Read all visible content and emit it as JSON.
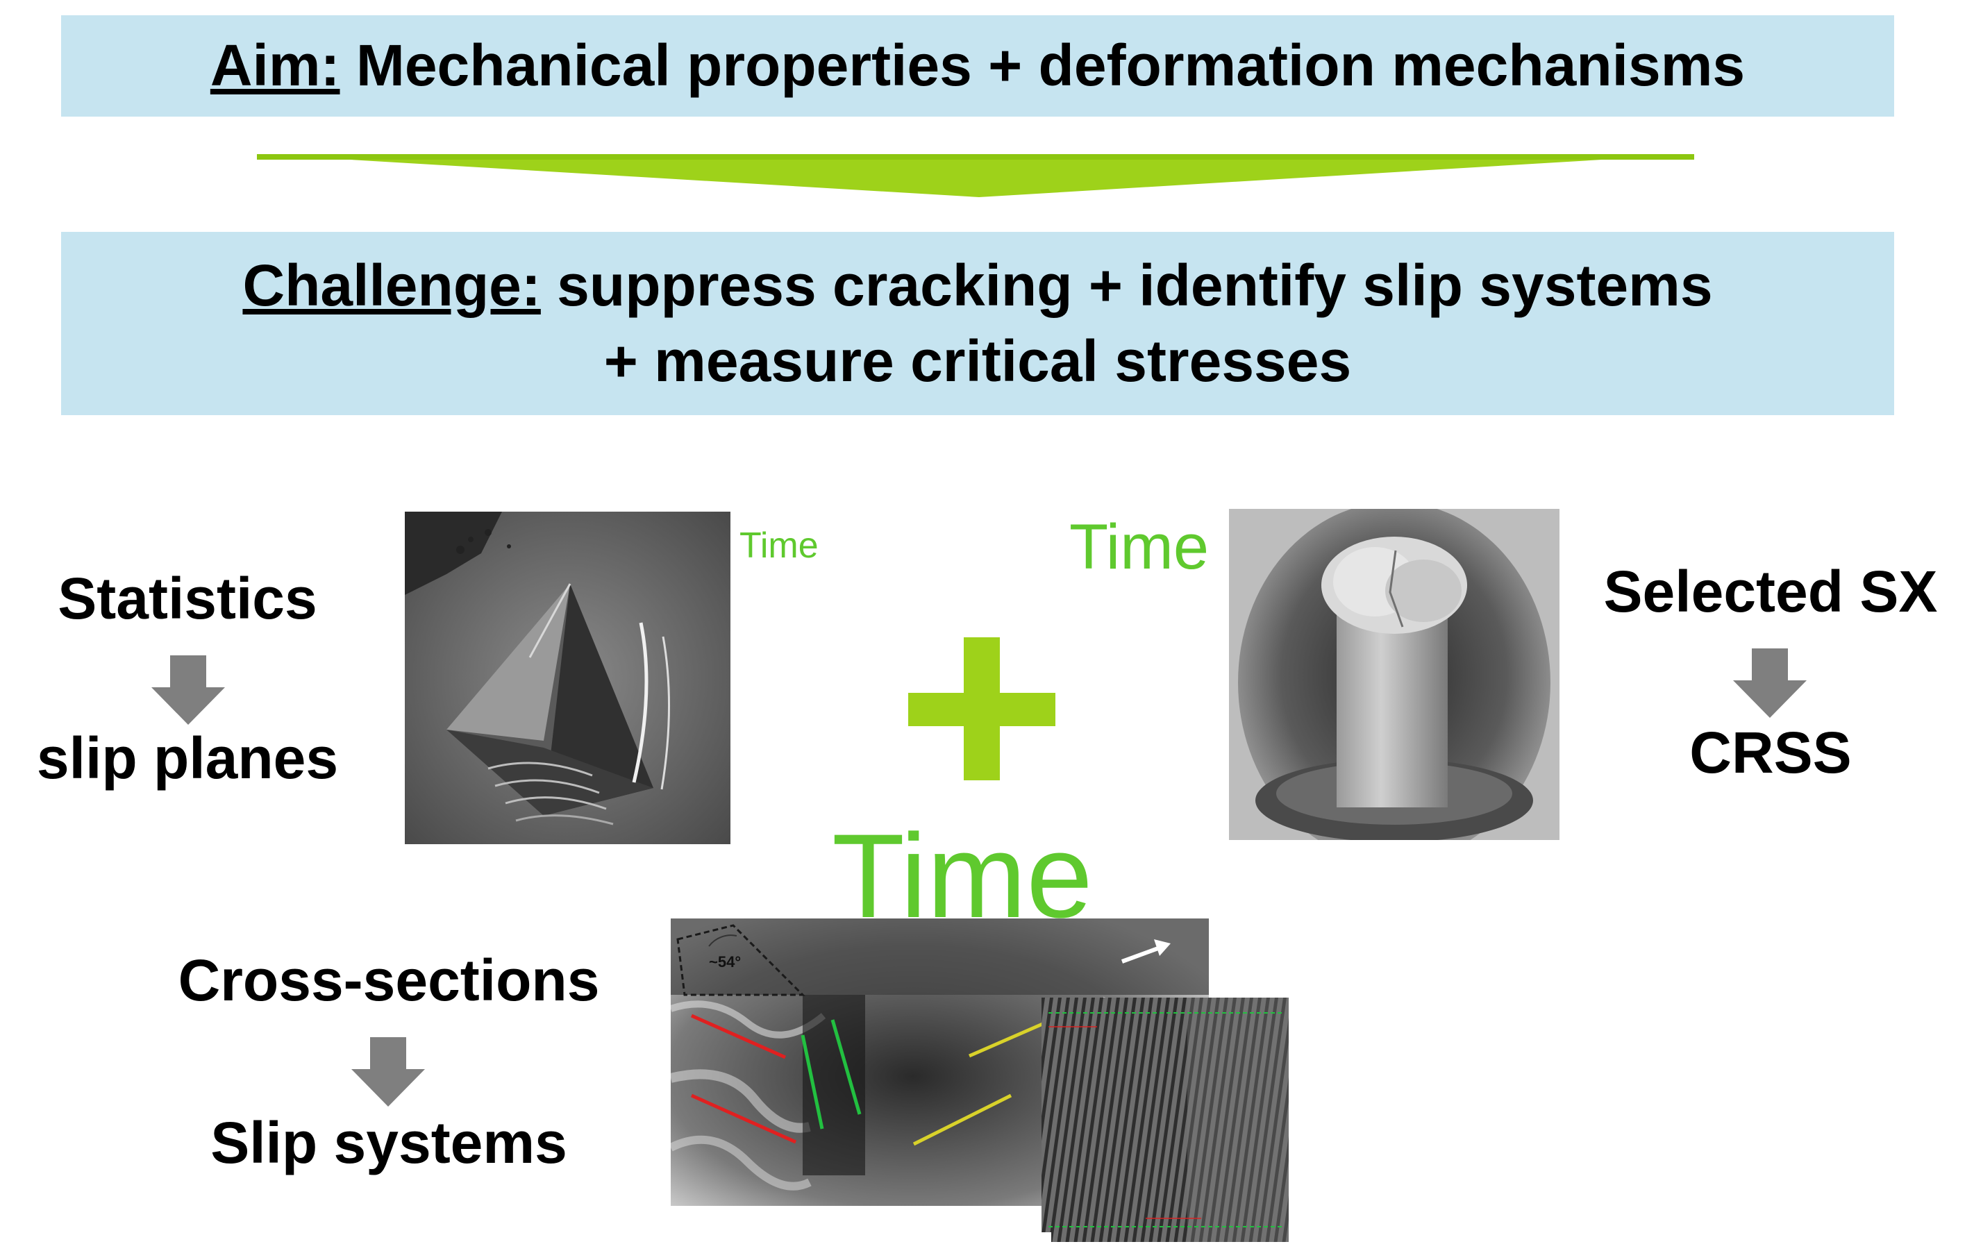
{
  "aim": {
    "lead": "Aim:",
    "text": " Mechanical properties + deformation mechanisms"
  },
  "challenge": {
    "lead": "Challenge:",
    "line1": " suppress cracking + identify slip systems",
    "line2": "+ measure critical stresses"
  },
  "left": {
    "top": "Statistics",
    "bottom": "slip planes"
  },
  "right": {
    "top": "Selected SX",
    "bottom": "CRSS"
  },
  "bottom": {
    "top": "Cross-sections",
    "bottom": "Slip systems"
  },
  "time_labels": {
    "small": "Time",
    "medium": "Time",
    "large": "Time"
  },
  "tem": {
    "angle": "~54°"
  },
  "colors": {
    "banner": "#c6e4f0",
    "chevron": "#9ed21a",
    "plus": "#9ed21a",
    "time": "#5fc92e",
    "arrow": "#7f7f7f",
    "trace_red": "#e02020",
    "trace_green": "#22c040",
    "trace_yellow": "#d9d22a"
  },
  "icons": {
    "flow": "down-arrow-icon",
    "combine": "plus-icon",
    "direction": "white-arrow-icon"
  }
}
